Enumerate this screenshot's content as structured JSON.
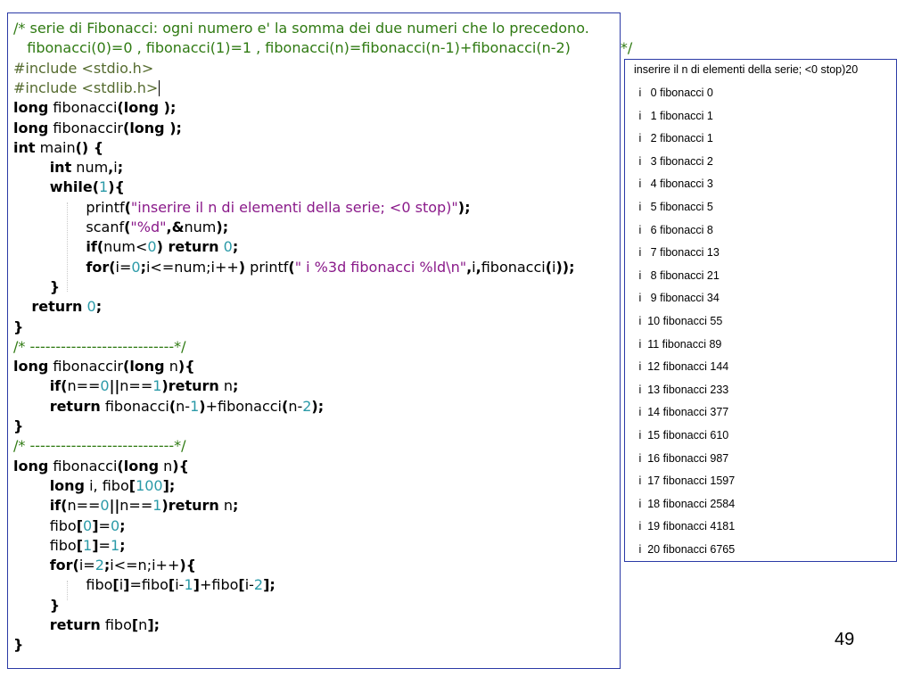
{
  "code": {
    "lines": [
      [
        {
          "t": "/* serie di Fibonacci: ogni numero e' la somma dei due numeri che lo precedono.",
          "c": "cmt"
        }
      ],
      [
        {
          "t": "   fibonacci(0)=0 , fibonacci(1)=1 , fibonacci(n)=fibonacci(n-1)+fibonacci(n-2)           */",
          "c": "cmt"
        }
      ],
      [
        {
          "t": "#include <stdio.h>",
          "c": "pre"
        }
      ],
      [
        {
          "t": "#include <stdlib.h>",
          "c": "pre"
        },
        {
          "t": "",
          "c": "caret"
        }
      ],
      [
        {
          "t": "long",
          "c": "kw"
        },
        {
          "t": " fibonacci",
          "c": ""
        },
        {
          "t": "(",
          "c": "sym"
        },
        {
          "t": "long",
          "c": "kw"
        },
        {
          "t": " );",
          "c": "sym"
        }
      ],
      [
        {
          "t": "long",
          "c": "kw"
        },
        {
          "t": " fibonaccir",
          "c": ""
        },
        {
          "t": "(",
          "c": "sym"
        },
        {
          "t": "long",
          "c": "kw"
        },
        {
          "t": " );",
          "c": "sym"
        }
      ],
      [
        {
          "t": "int",
          "c": "kw"
        },
        {
          "t": " main",
          "c": ""
        },
        {
          "t": "() {",
          "c": "sym"
        }
      ],
      [
        {
          "t": "        ",
          "c": ""
        },
        {
          "t": "int",
          "c": "kw"
        },
        {
          "t": " num",
          "c": ""
        },
        {
          "t": ",",
          "c": "sym"
        },
        {
          "t": "i",
          "c": ""
        },
        {
          "t": ";",
          "c": "sym"
        }
      ],
      [
        {
          "t": "        ",
          "c": ""
        },
        {
          "t": "while",
          "c": "kw"
        },
        {
          "t": "(",
          "c": "sym"
        },
        {
          "t": "1",
          "c": "num"
        },
        {
          "t": "){",
          "c": "sym"
        }
      ],
      [
        {
          "t": "                printf",
          "c": ""
        },
        {
          "t": "(",
          "c": "sym"
        },
        {
          "t": "\"inserire il n di elementi della serie; <0 stop)\"",
          "c": "str"
        },
        {
          "t": ");",
          "c": "sym"
        }
      ],
      [
        {
          "t": "                scanf",
          "c": ""
        },
        {
          "t": "(",
          "c": "sym"
        },
        {
          "t": "\"%d\"",
          "c": "str"
        },
        {
          "t": ",&",
          "c": "sym"
        },
        {
          "t": "num",
          "c": ""
        },
        {
          "t": ");",
          "c": "sym"
        }
      ],
      [
        {
          "t": "                ",
          "c": ""
        },
        {
          "t": "if",
          "c": "kw"
        },
        {
          "t": "(",
          "c": "sym"
        },
        {
          "t": "num<",
          "c": ""
        },
        {
          "t": "0",
          "c": "num"
        },
        {
          "t": ") ",
          "c": "sym"
        },
        {
          "t": "return",
          "c": "kw"
        },
        {
          "t": " ",
          "c": ""
        },
        {
          "t": "0",
          "c": "num"
        },
        {
          "t": ";",
          "c": "sym"
        }
      ],
      [
        {
          "t": "                ",
          "c": ""
        },
        {
          "t": "for",
          "c": "kw"
        },
        {
          "t": "(",
          "c": "sym"
        },
        {
          "t": "i=",
          "c": ""
        },
        {
          "t": "0",
          "c": "num"
        },
        {
          "t": ";",
          "c": "sym"
        },
        {
          "t": "i<=num;i++",
          "c": ""
        },
        {
          "t": ")",
          "c": "sym"
        },
        {
          "t": " printf",
          "c": ""
        },
        {
          "t": "(",
          "c": "sym"
        },
        {
          "t": "\" i %3d fibonacci %ld\\n\"",
          "c": "str"
        },
        {
          "t": ",",
          "c": "sym"
        },
        {
          "t": "i",
          "c": ""
        },
        {
          "t": ",",
          "c": "sym"
        },
        {
          "t": "fibonacci",
          "c": ""
        },
        {
          "t": "(",
          "c": "sym"
        },
        {
          "t": "i",
          "c": ""
        },
        {
          "t": "));",
          "c": "sym"
        }
      ],
      [
        {
          "t": "        ",
          "c": ""
        },
        {
          "t": "}",
          "c": "sym"
        }
      ],
      [
        {
          "t": "    ",
          "c": ""
        },
        {
          "t": "return",
          "c": "kw"
        },
        {
          "t": " ",
          "c": ""
        },
        {
          "t": "0",
          "c": "num"
        },
        {
          "t": ";",
          "c": "sym"
        }
      ],
      [
        {
          "t": "}",
          "c": "sym"
        }
      ],
      [
        {
          "t": "/* ----------------------------*/",
          "c": "cmt"
        }
      ],
      [
        {
          "t": "long",
          "c": "kw"
        },
        {
          "t": " fibonaccir",
          "c": ""
        },
        {
          "t": "(",
          "c": "sym"
        },
        {
          "t": "long",
          "c": "kw"
        },
        {
          "t": " n",
          "c": ""
        },
        {
          "t": "){",
          "c": "sym"
        }
      ],
      [
        {
          "t": "        ",
          "c": ""
        },
        {
          "t": "if",
          "c": "kw"
        },
        {
          "t": "(",
          "c": "sym"
        },
        {
          "t": "n==",
          "c": ""
        },
        {
          "t": "0",
          "c": "num"
        },
        {
          "t": "||",
          "c": "sym"
        },
        {
          "t": "n==",
          "c": ""
        },
        {
          "t": "1",
          "c": "num"
        },
        {
          "t": ")",
          "c": "sym"
        },
        {
          "t": "return",
          "c": "kw"
        },
        {
          "t": " n",
          "c": ""
        },
        {
          "t": ";",
          "c": "sym"
        }
      ],
      [
        {
          "t": "        ",
          "c": ""
        },
        {
          "t": "return",
          "c": "kw"
        },
        {
          "t": " fibonacci",
          "c": ""
        },
        {
          "t": "(",
          "c": "sym"
        },
        {
          "t": "n-",
          "c": ""
        },
        {
          "t": "1",
          "c": "num"
        },
        {
          "t": ")",
          "c": "sym"
        },
        {
          "t": "+fibonacci",
          "c": ""
        },
        {
          "t": "(",
          "c": "sym"
        },
        {
          "t": "n-",
          "c": ""
        },
        {
          "t": "2",
          "c": "num"
        },
        {
          "t": ");",
          "c": "sym"
        }
      ],
      [
        {
          "t": "}",
          "c": "sym"
        }
      ],
      [
        {
          "t": "/* ----------------------------*/",
          "c": "cmt"
        }
      ],
      [
        {
          "t": "long",
          "c": "kw"
        },
        {
          "t": " fibonacci",
          "c": ""
        },
        {
          "t": "(",
          "c": "sym"
        },
        {
          "t": "long",
          "c": "kw"
        },
        {
          "t": " n",
          "c": ""
        },
        {
          "t": "){",
          "c": "sym"
        }
      ],
      [
        {
          "t": "        ",
          "c": ""
        },
        {
          "t": "long",
          "c": "kw"
        },
        {
          "t": " i, fibo",
          "c": ""
        },
        {
          "t": "[",
          "c": "sym"
        },
        {
          "t": "100",
          "c": "num"
        },
        {
          "t": "];",
          "c": "sym"
        }
      ],
      [
        {
          "t": "        ",
          "c": ""
        },
        {
          "t": "if",
          "c": "kw"
        },
        {
          "t": "(",
          "c": "sym"
        },
        {
          "t": "n==",
          "c": ""
        },
        {
          "t": "0",
          "c": "num"
        },
        {
          "t": "||",
          "c": "sym"
        },
        {
          "t": "n==",
          "c": ""
        },
        {
          "t": "1",
          "c": "num"
        },
        {
          "t": ")",
          "c": "sym"
        },
        {
          "t": "return",
          "c": "kw"
        },
        {
          "t": " n",
          "c": ""
        },
        {
          "t": ";",
          "c": "sym"
        }
      ],
      [
        {
          "t": "        fibo",
          "c": ""
        },
        {
          "t": "[",
          "c": "sym"
        },
        {
          "t": "0",
          "c": "num"
        },
        {
          "t": "]",
          "c": "sym"
        },
        {
          "t": "=",
          "c": ""
        },
        {
          "t": "0",
          "c": "num"
        },
        {
          "t": ";",
          "c": "sym"
        }
      ],
      [
        {
          "t": "        fibo",
          "c": ""
        },
        {
          "t": "[",
          "c": "sym"
        },
        {
          "t": "1",
          "c": "num"
        },
        {
          "t": "]",
          "c": "sym"
        },
        {
          "t": "=",
          "c": ""
        },
        {
          "t": "1",
          "c": "num"
        },
        {
          "t": ";",
          "c": "sym"
        }
      ],
      [
        {
          "t": "        ",
          "c": ""
        },
        {
          "t": "for",
          "c": "kw"
        },
        {
          "t": "(",
          "c": "sym"
        },
        {
          "t": "i=",
          "c": ""
        },
        {
          "t": "2",
          "c": "num"
        },
        {
          "t": ";",
          "c": "sym"
        },
        {
          "t": "i<=n;i++",
          "c": ""
        },
        {
          "t": "){",
          "c": "sym"
        }
      ],
      [
        {
          "t": "                fibo",
          "c": ""
        },
        {
          "t": "[",
          "c": "sym"
        },
        {
          "t": "i",
          "c": ""
        },
        {
          "t": "]",
          "c": "sym"
        },
        {
          "t": "=fibo",
          "c": ""
        },
        {
          "t": "[",
          "c": "sym"
        },
        {
          "t": "i-",
          "c": ""
        },
        {
          "t": "1",
          "c": "num"
        },
        {
          "t": "]",
          "c": "sym"
        },
        {
          "t": "+fibo",
          "c": ""
        },
        {
          "t": "[",
          "c": "sym"
        },
        {
          "t": "i-",
          "c": ""
        },
        {
          "t": "2",
          "c": "num"
        },
        {
          "t": "];",
          "c": "sym"
        }
      ],
      [
        {
          "t": "        ",
          "c": ""
        },
        {
          "t": "}",
          "c": "sym"
        }
      ],
      [
        {
          "t": "        ",
          "c": ""
        },
        {
          "t": "return",
          "c": "kw"
        },
        {
          "t": " fibo",
          "c": ""
        },
        {
          "t": "[",
          "c": "sym"
        },
        {
          "t": "n",
          "c": ""
        },
        {
          "t": "];",
          "c": "sym"
        }
      ],
      [
        {
          "t": "}",
          "c": "sym"
        }
      ]
    ]
  },
  "output": {
    "header": "inserire il n di elementi della serie; <0 stop)20",
    "rows": [
      " i   0 fibonacci 0",
      " i   1 fibonacci 1",
      " i   2 fibonacci 1",
      " i   3 fibonacci 2",
      " i   4 fibonacci 3",
      " i   5 fibonacci 5",
      " i   6 fibonacci 8",
      " i   7 fibonacci 13",
      " i   8 fibonacci 21",
      " i   9 fibonacci 34",
      " i  10 fibonacci 55",
      " i  11 fibonacci 89",
      " i  12 fibonacci 144",
      " i  13 fibonacci 233",
      " i  14 fibonacci 377",
      " i  15 fibonacci 610",
      " i  16 fibonacci 987",
      " i  17 fibonacci 1597",
      " i  18 fibonacci 2584",
      " i  19 fibonacci 4181",
      " i  20 fibonacci 6765"
    ]
  },
  "page_number": "49",
  "colors": {
    "keyword": "#000000",
    "string": "#8a1a8a",
    "number": "#2b9aa8",
    "comment": "#2f7a12",
    "preprocessor": "#556b2f",
    "border": "#2b3aa6"
  }
}
